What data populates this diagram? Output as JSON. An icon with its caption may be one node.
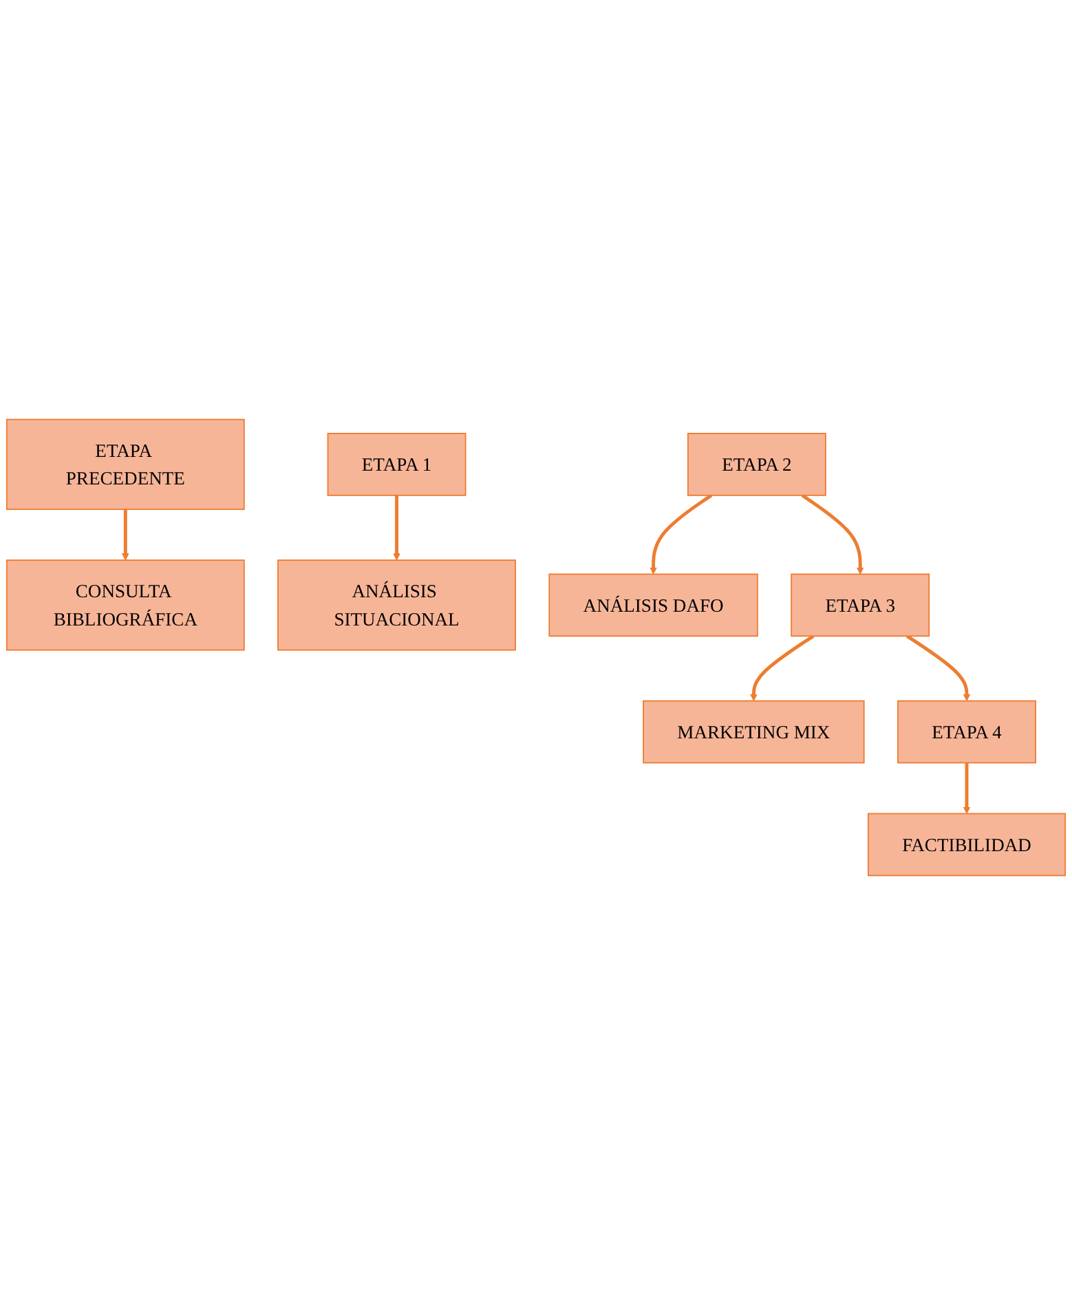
{
  "diagram": {
    "nodes": [
      {
        "text": [
          "ETAPA PRECEDENTE"
        ]
      },
      {
        "text": [
          "CONSULTA BIBLIOGRÁFICA"
        ]
      },
      {
        "text": [
          "ETAPA 1"
        ]
      },
      {
        "text": [
          "ANÁLISIS SITUACIONAL"
        ]
      },
      {
        "text": [
          "ETAPA 2"
        ]
      },
      {
        "text": [
          "ANÁLISIS DAFO"
        ]
      },
      {
        "text": [
          "ETAPA 3"
        ]
      },
      {
        "text": [
          "MARKETING MIX"
        ]
      },
      {
        "text": [
          "ETAPA 4"
        ]
      },
      {
        "text": [
          "FACTIBILIDAD"
        ]
      }
    ],
    "edges": [
      {
        "from": 0,
        "to": 1,
        "arrow": "to"
      },
      {
        "from": 2,
        "to": 3,
        "arrow": "to"
      },
      {
        "from": 4,
        "to": 5,
        "arrow": "to"
      },
      {
        "from": 4,
        "to": 6,
        "arrow": "to"
      },
      {
        "from": 6,
        "to": 7,
        "arrow": "to"
      },
      {
        "from": 6,
        "to": 8,
        "arrow": "to"
      },
      {
        "from": 8,
        "to": 9,
        "arrow": "to"
      }
    ]
  }
}
